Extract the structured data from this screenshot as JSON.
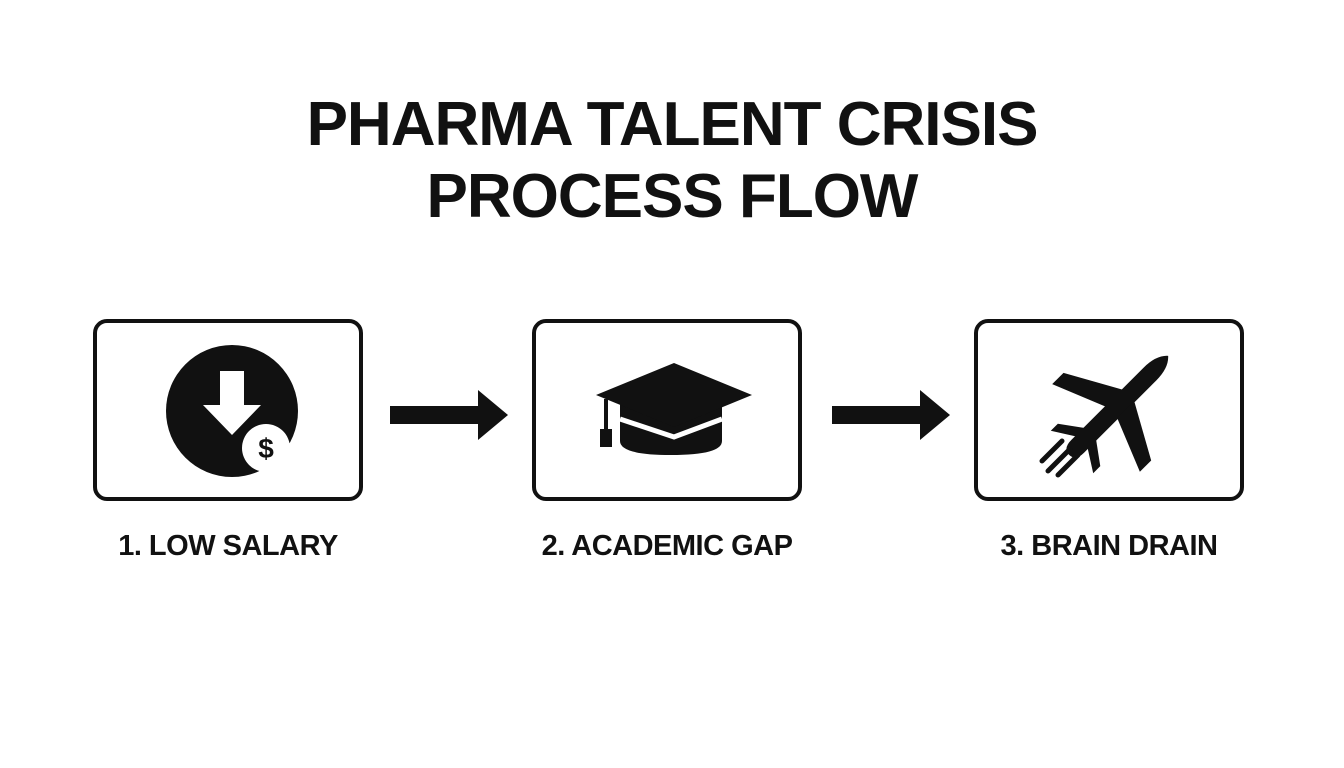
{
  "title": {
    "line1": "PHARMA TALENT CRISIS",
    "line2": "PROCESS FLOW"
  },
  "steps": [
    {
      "label": "1. LOW SALARY",
      "icon": "salary-down-icon",
      "icon_text": "$"
    },
    {
      "label": "2. ACADEMIC GAP",
      "icon": "graduation-cap-icon"
    },
    {
      "label": "3. BRAIN DRAIN",
      "icon": "airplane-icon"
    }
  ],
  "connectors": [
    "arrow-right-icon",
    "arrow-right-icon"
  ],
  "colors": {
    "ink": "#111111",
    "background": "#ffffff"
  }
}
